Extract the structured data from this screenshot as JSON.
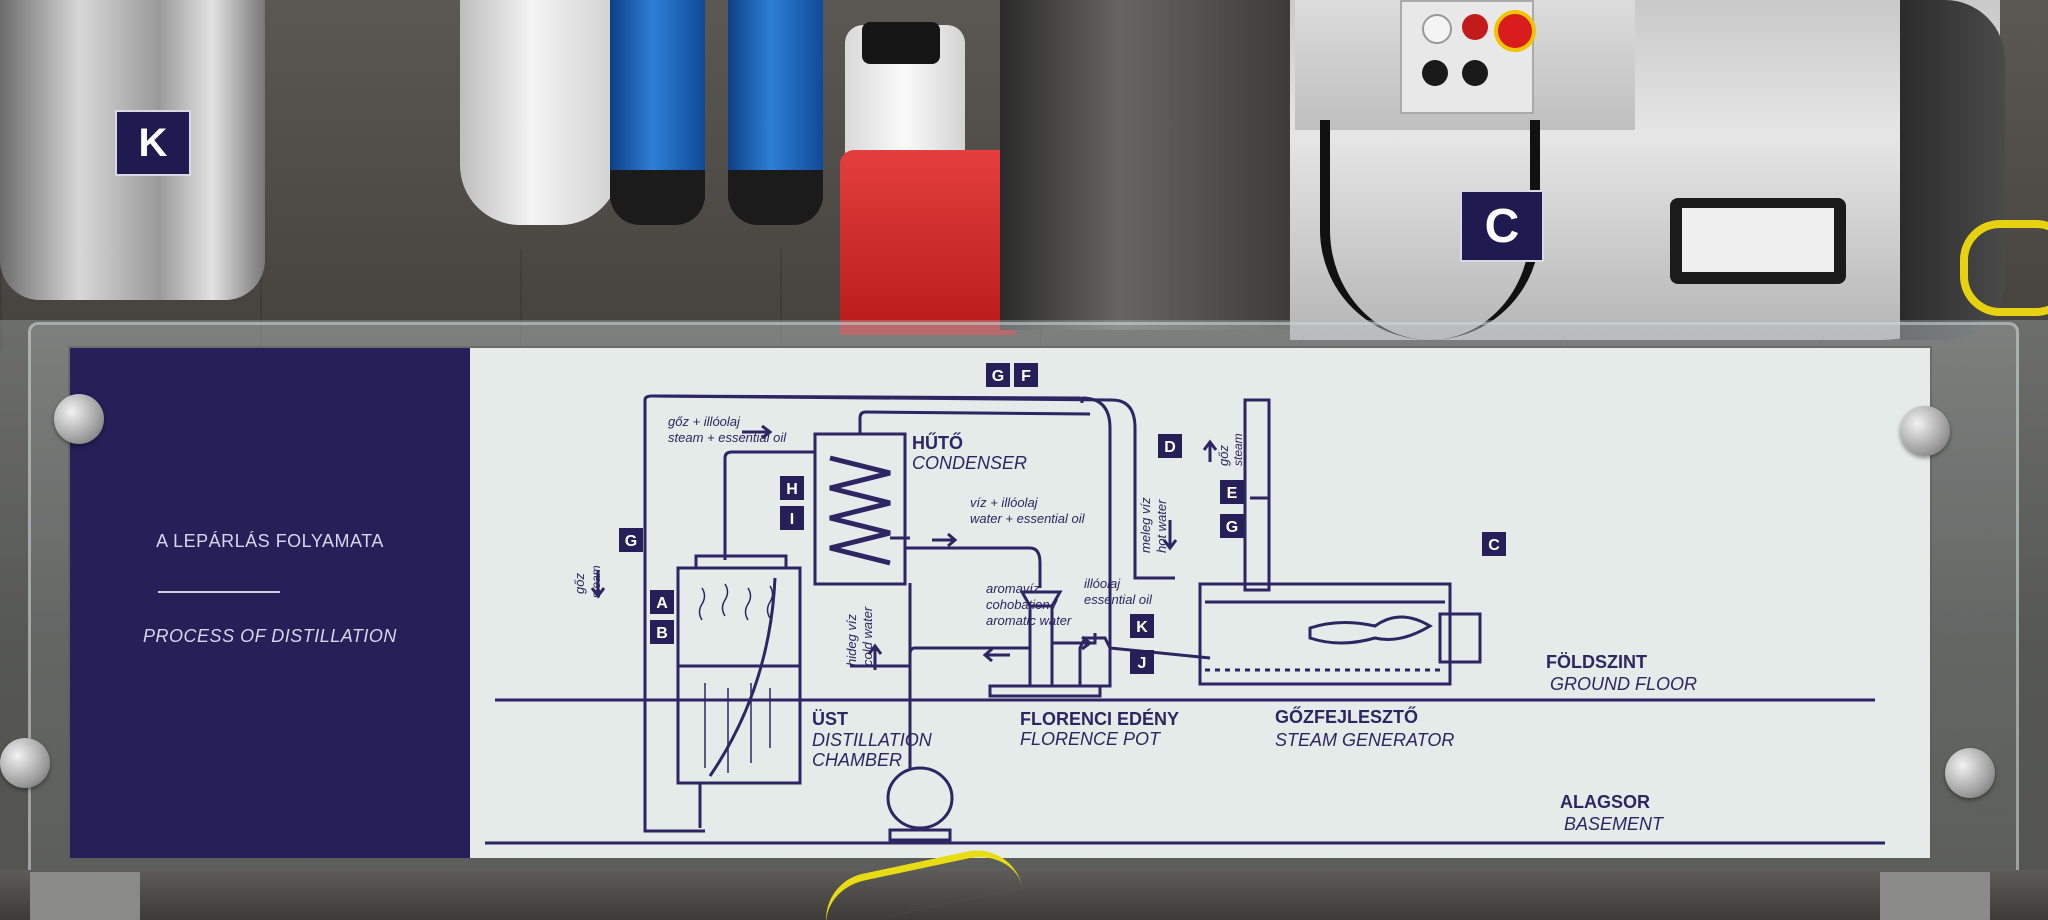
{
  "badges": {
    "tank": "K",
    "boiler": "C"
  },
  "panel": {
    "title_hu": "A LEPÁRLÁS FOLYAMATA",
    "title_en": "PROCESS OF DISTILLATION"
  },
  "labels": {
    "G": "G",
    "F": "F",
    "A": "A",
    "B": "B",
    "C": "C",
    "D": "D",
    "E": "E",
    "H": "H",
    "I": "I",
    "J": "J",
    "K": "K"
  },
  "annotations": {
    "steam_oil_hu": "gőz + illóolaj",
    "steam_oil_en": "steam + essential oil",
    "water_oil_hu": "víz + illóolaj",
    "water_oil_en": "water + essential oil",
    "steam_hu": "gőz",
    "steam_en": "steam",
    "cold_water_hu": "hideg víz",
    "cold_water_en": "cold water",
    "hot_water_hu": "meleg víz",
    "hot_water_en": "hot water",
    "aroma_hu": "aromavíz",
    "aroma_en1": "cohobation /",
    "aroma_en2": "aromatic water",
    "oil_hu": "illóolaj",
    "oil_en": "essential oil"
  },
  "components": {
    "condenser_hu": "HŰTŐ",
    "condenser_en": "CONDENSER",
    "chamber_hu": "ÜST",
    "chamber_en1": "DISTILLATION",
    "chamber_en2": "CHAMBER",
    "florence_hu": "FLORENCI EDÉNY",
    "florence_en": "FLORENCE POT",
    "steamgen_hu": "GŐZFEJLESZTŐ",
    "steamgen_en": "STEAM GENERATOR"
  },
  "levels": {
    "ground_hu": "FÖLDSZINT",
    "ground_en": "GROUND FLOOR",
    "basement_hu": "ALAGSOR",
    "basement_en": "BASEMENT"
  },
  "colors": {
    "navy": "#261f58",
    "sign_bg": "#e4ebe8",
    "line": "#2c2663"
  }
}
